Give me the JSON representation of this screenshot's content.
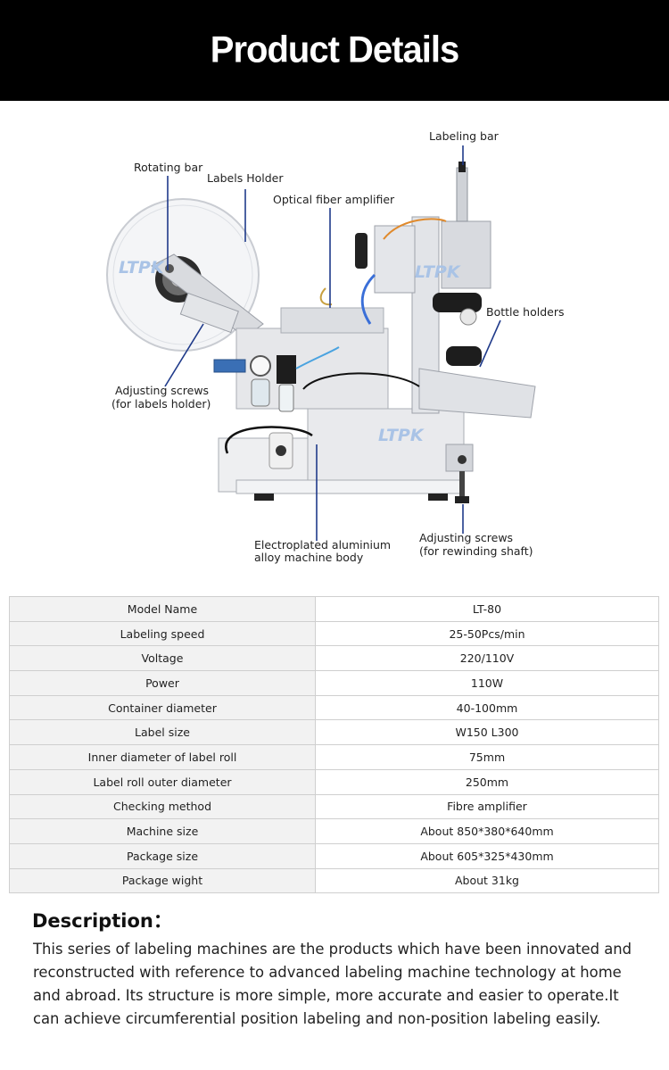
{
  "header": {
    "title": "Product Details"
  },
  "diagram": {
    "watermark": "LTPK",
    "labels": {
      "labeling_bar": "Labeling bar",
      "rotating_bar": "Rotating bar",
      "labels_holder": "Labels Holder",
      "optical_fiber_amplifier": "Optical fiber amplifier",
      "bottle_holders": "Bottle holders",
      "adjusting_screws_labels_1": "Adjusting screws",
      "adjusting_screws_labels_2": "(for labels holder)",
      "aluminium_body_1": "Electroplated aluminium",
      "aluminium_body_2": "alloy machine body",
      "adjusting_screws_rewind_1": "Adjusting screws",
      "adjusting_screws_rewind_2": "(for rewinding shaft)"
    }
  },
  "specs": [
    {
      "key": "Model Name",
      "value": "LT-80"
    },
    {
      "key": "Labeling speed",
      "value": "25-50Pcs/min"
    },
    {
      "key": "Voltage",
      "value": "220/110V"
    },
    {
      "key": "Power",
      "value": "110W"
    },
    {
      "key": "Container diameter",
      "value": "40-100mm"
    },
    {
      "key": "Label size",
      "value": "W150 L300"
    },
    {
      "key": "Inner diameter of label roll",
      "value": "75mm"
    },
    {
      "key": "Label roll outer diameter",
      "value": "250mm"
    },
    {
      "key": "Checking method",
      "value": "Fibre amplifier"
    },
    {
      "key": "Machine size",
      "value": "About 850*380*640mm"
    },
    {
      "key": "Package size",
      "value": "About 605*325*430mm"
    },
    {
      "key": "Package wight",
      "value": "About 31kg"
    }
  ],
  "description": {
    "title": "Description：",
    "text": "This series of labeling machines are the products which have been innovated and reconstructed with reference to advanced labeling machine technology at home and abroad. Its structure is more simple, more accurate and easier to operate.It can achieve circumferential position labeling and non-position labeling easily."
  },
  "colors": {
    "header_bg": "#000000",
    "header_text": "#ffffff",
    "callout_line": "#1f3a8a",
    "table_key_bg": "#f2f2f2",
    "table_border": "#cfcfcf"
  }
}
